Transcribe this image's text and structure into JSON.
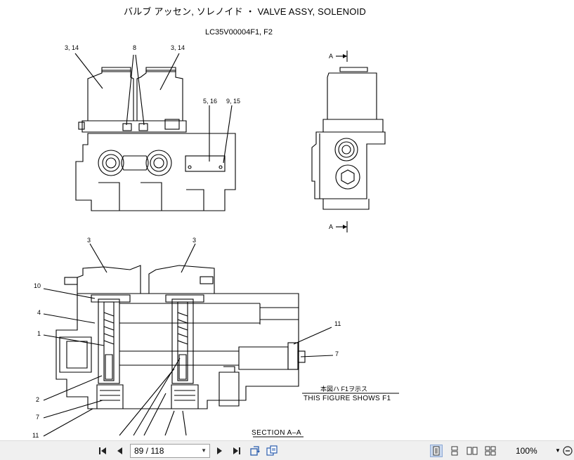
{
  "drawing": {
    "title": "バルブ アッセン, ソレノイド  ・  VALVE ASSY, SOLENOID",
    "model": "LC35V00004F1, F2",
    "callouts": {
      "c314_left": "3, 14",
      "c8": "8",
      "c314_right": "3, 14",
      "c516": "5, 16",
      "c915": "9, 15",
      "a_top": "A",
      "a_bottom": "A",
      "c3_left": "3",
      "c3_right": "3",
      "c10": "10",
      "c4": "4",
      "c1": "1",
      "c2": "2",
      "c7_left": "7",
      "c11_left": "11",
      "c11_right": "11",
      "c7_right": "7"
    },
    "note_jp": "本図ハ F1ヲ示ス",
    "note_en": "THIS FIGURE SHOWS  F1",
    "section": "SECTION  A–A"
  },
  "toolbar": {
    "page_value": "89 / 118",
    "zoom_value": "100%"
  },
  "icons": [
    "first-page-icon",
    "prev-page-icon",
    "next-page-icon",
    "last-page-icon",
    "rotate-icon",
    "export-icon",
    "single-page-icon",
    "continuous-icon",
    "two-page-icon",
    "two-page-continuous-icon",
    "chevron-down-icon",
    "zoom-out-icon"
  ]
}
